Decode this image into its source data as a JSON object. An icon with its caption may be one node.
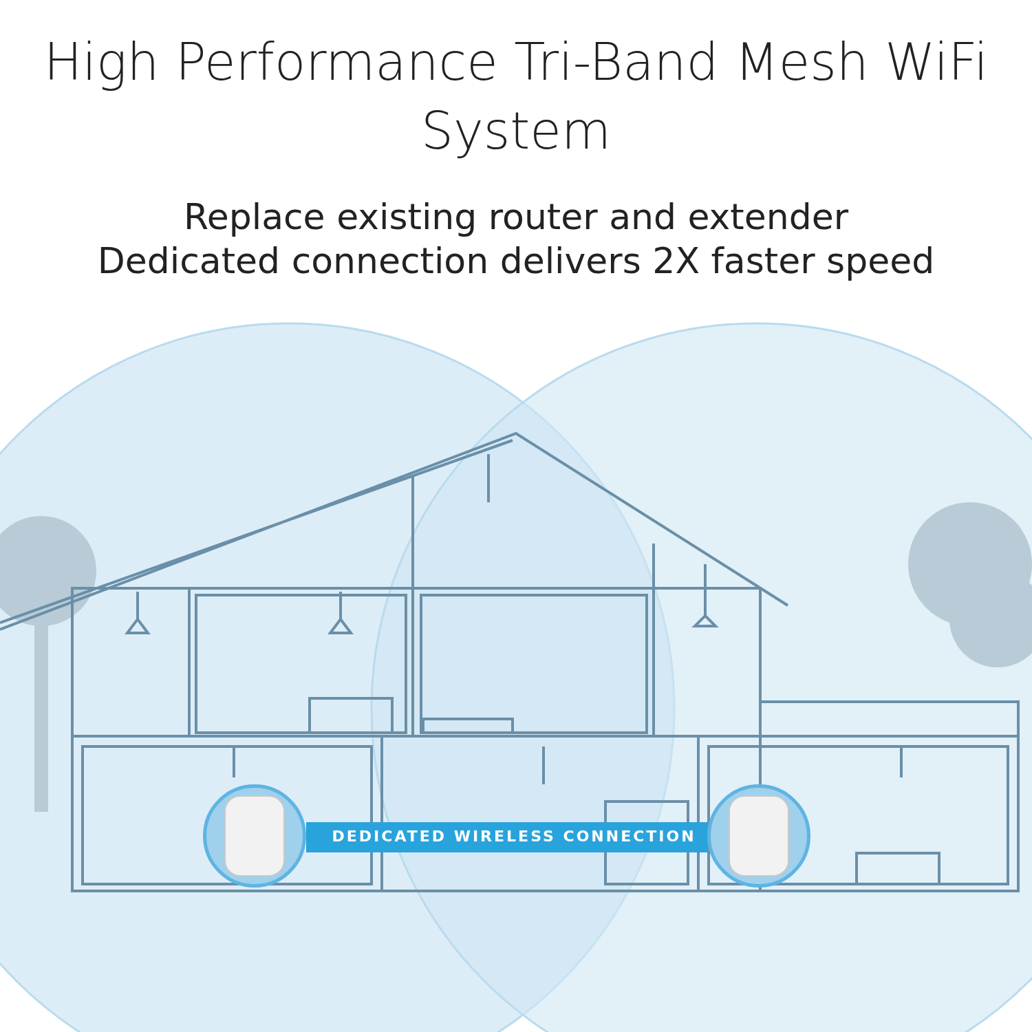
{
  "diagram": {
    "title": "High Performance Tri-Band Mesh WiFi System",
    "nodes": [
      {
        "text": [],
        "shape": "picture"
      },
      {
        "text": [],
        "shape": "picture"
      }
    ],
    "edges": [
      {
        "from": 0,
        "to": 1,
        "arrow": "none",
        "label": "DEDICATED WIRELESS CONNECTION"
      }
    ],
    "labels": [
      "Replace existing router and extender",
      "Dedicated connection delivers 2X faster speed"
    ]
  }
}
